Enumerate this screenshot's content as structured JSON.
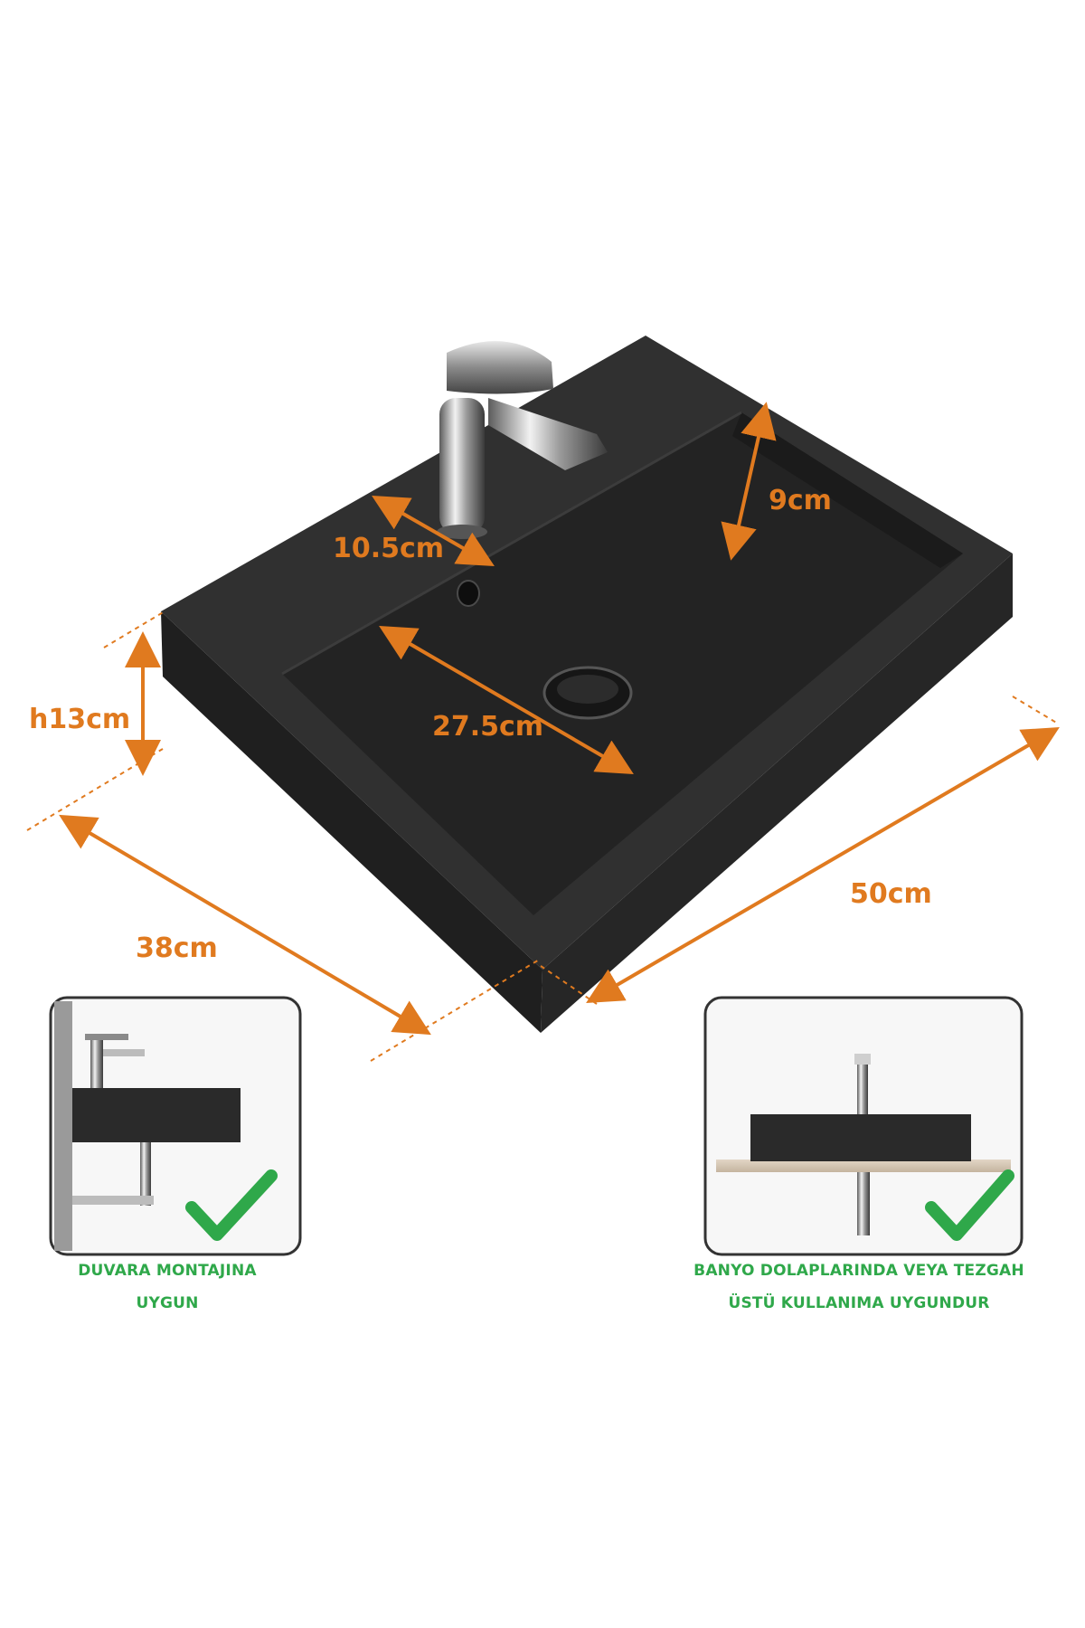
{
  "dimensions": {
    "width": "50cm",
    "depth": "38cm",
    "height": "h13cm",
    "faucet_offset": "10.5cm",
    "bowl_depth": "27.5cm",
    "inner_height": "9cm"
  },
  "mount_options": [
    {
      "line1": "DUVARA MONTAJINA",
      "line2": "UYGUN"
    },
    {
      "line1": "BANYO DOLAPLARINDA VEYA TEZGAH",
      "line2": "ÜSTÜ KULLANIMA UYGUNDUR"
    }
  ],
  "colors": {
    "dimension": "#e07a1f",
    "check": "#2fa84a",
    "basin": "#2a2a2a"
  }
}
